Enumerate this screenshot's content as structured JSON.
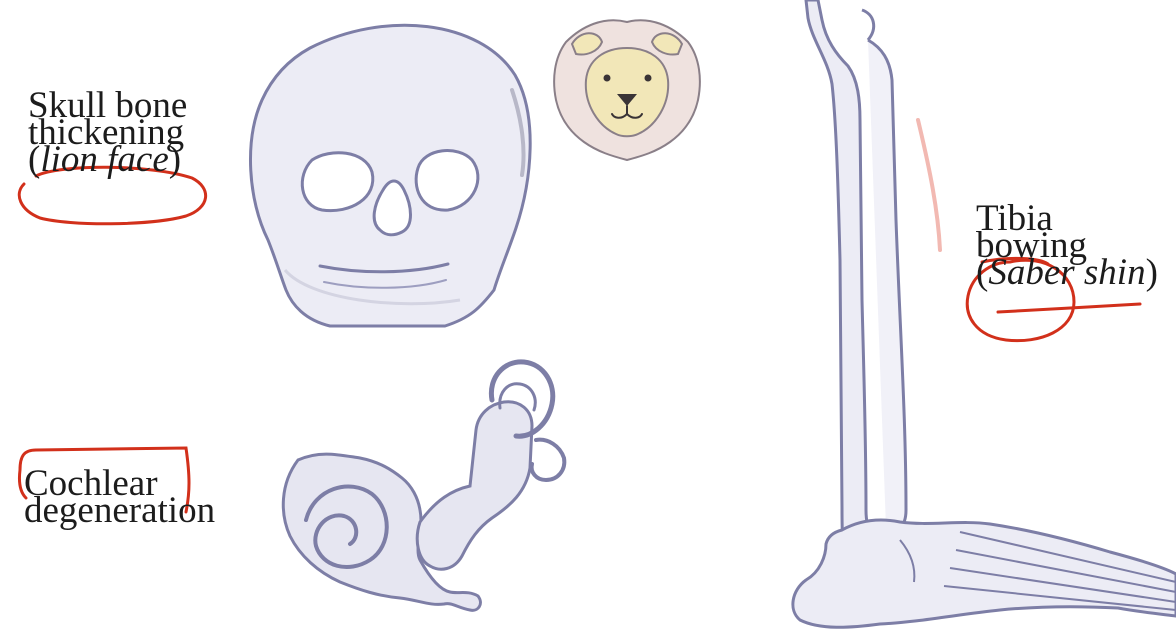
{
  "labels": {
    "skull": {
      "line1": "Skull bone",
      "line2": "thickening",
      "line3_open": "(",
      "line3_italic": "lion face",
      "line3_close": ")"
    },
    "tibia": {
      "line1": "Tibia",
      "line2": "bowing",
      "line3_open": "(",
      "line3_italic": "Saber shin",
      "line3_close": ")"
    },
    "cochlea": {
      "line1": "Cochlear",
      "line2": "degeneration"
    }
  },
  "icons": [
    "skull-icon",
    "lion-icon",
    "inner-ear-icon",
    "leg-bones-icon"
  ],
  "colors": {
    "bone_fill": "#eeeef7",
    "bone_outline": "#7d7ea6",
    "lion_mane": "#efe2df",
    "lion_face": "#f2e7b8",
    "annotation_red": "#d2301b"
  }
}
